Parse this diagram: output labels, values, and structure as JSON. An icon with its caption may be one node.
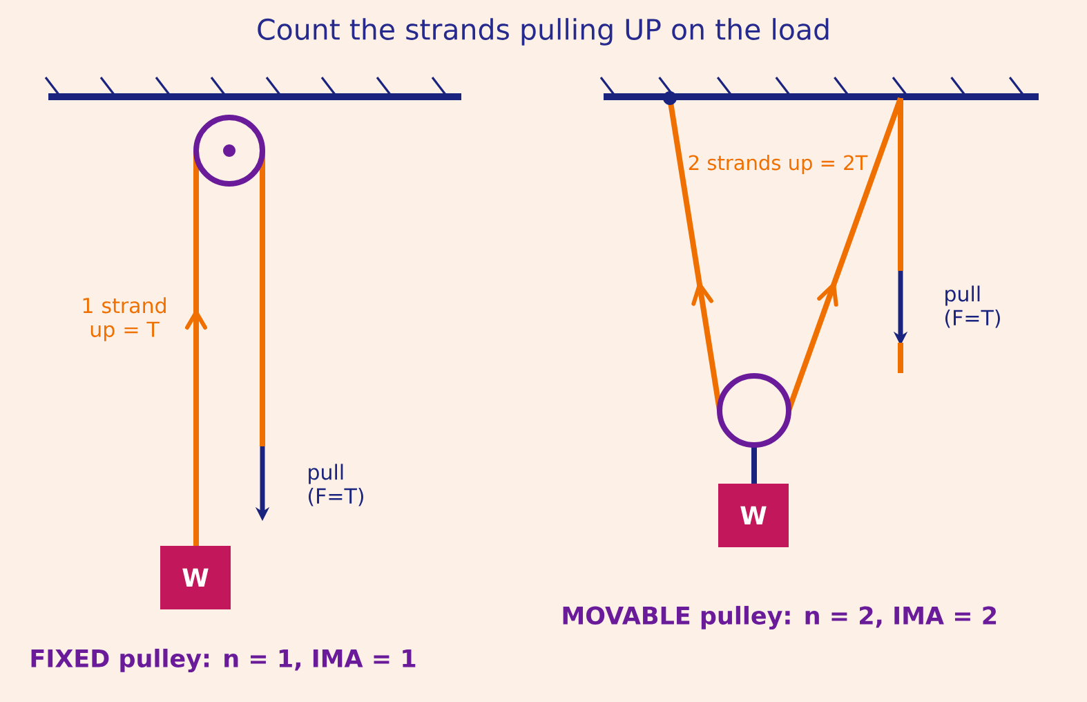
{
  "diagram": {
    "title": "Count the strands pulling UP on the load",
    "nodes": [
      {
        "text": [
          "W"
        ]
      },
      {
        "text": [
          "W"
        ]
      }
    ],
    "labels": [
      "1 strand up = T",
      "pull (F=T)",
      "FIXED pulley: n = 1, IMA = 1",
      "2 strands up = 2T",
      "pull (F=T)",
      "MOVABLE pulley: n = 2, IMA = 2"
    ]
  }
}
